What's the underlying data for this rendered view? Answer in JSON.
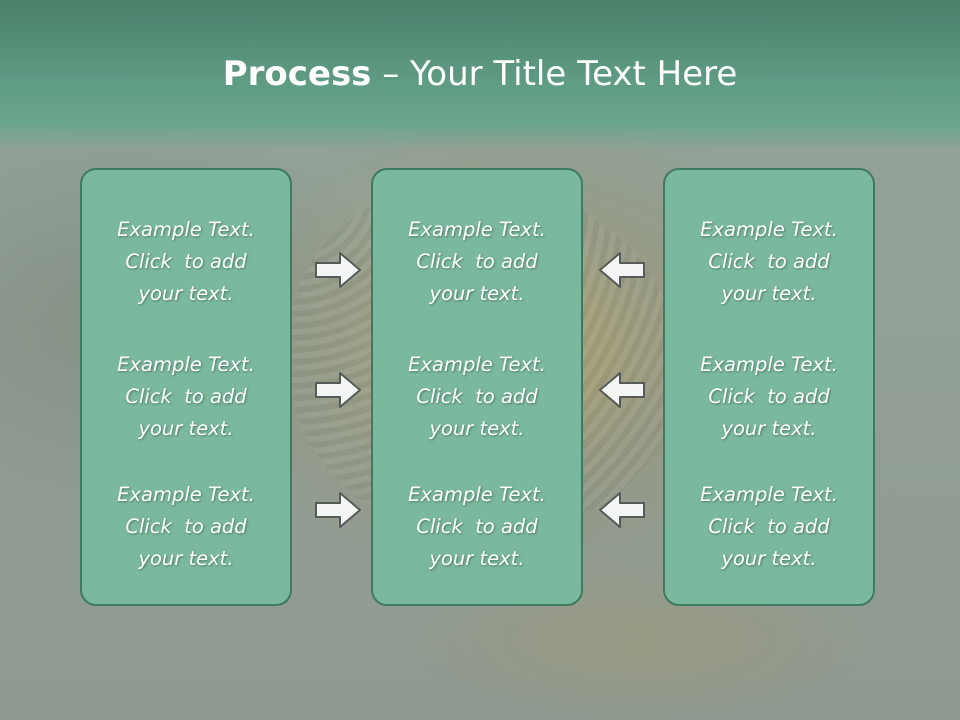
{
  "slide": {
    "title_bold": "Process",
    "title_rest": " – Your Title Text Here"
  },
  "columns": [
    {
      "items": [
        "Example Text.\nClick  to add\nyour text.",
        "Example Text.\nClick  to add\nyour text.",
        "Example Text.\nClick  to add\nyour text."
      ]
    },
    {
      "items": [
        "Example Text.\nClick  to add\nyour text.",
        "Example Text.\nClick  to add\nyour text.",
        "Example Text.\nClick  to add\nyour text."
      ]
    },
    {
      "items": [
        "Example Text.\nClick  to add\nyour text.",
        "Example Text.\nClick  to add\nyour text.",
        "Example Text.\nClick  to add\nyour text."
      ]
    }
  ],
  "arrows": {
    "left_group": [
      "arrow-right-icon",
      "arrow-right-icon",
      "arrow-right-icon"
    ],
    "right_group": [
      "arrow-left-icon",
      "arrow-left-icon",
      "arrow-left-icon"
    ]
  },
  "colors": {
    "header": "#5f9c84",
    "panel_fill": "#7bb99e",
    "panel_border": "#3f7a62",
    "text": "#ffffff"
  }
}
